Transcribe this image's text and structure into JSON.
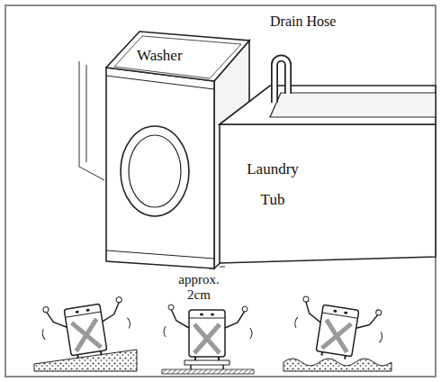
{
  "diagram": {
    "nodes": [
      {
        "text": [
          "Washer"
        ]
      },
      {
        "text": [
          "Laundry Tub"
        ]
      }
    ],
    "labels": [
      "Drain Hose",
      "approx. 2cm"
    ]
  }
}
